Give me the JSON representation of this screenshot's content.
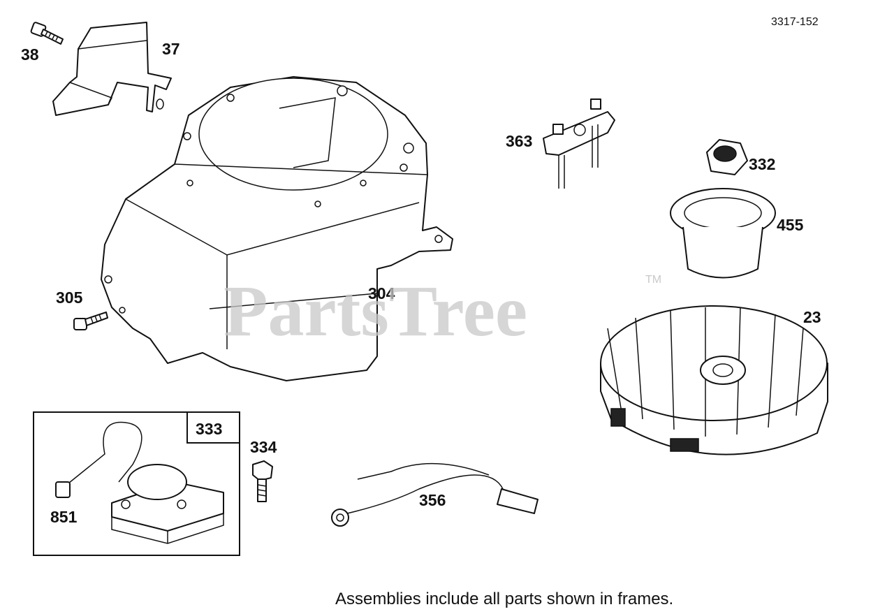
{
  "drawing_number": "3317-152",
  "watermark": {
    "text": "PartsTree",
    "tm": "TM"
  },
  "caption": "Assemblies include all parts shown in frames.",
  "parts": {
    "p38": "38",
    "p37": "37",
    "p304": "304",
    "p305": "305",
    "p363": "363",
    "p332": "332",
    "p455": "455",
    "p23": "23",
    "p333": "333",
    "p334": "334",
    "p851": "851",
    "p356": "356"
  }
}
